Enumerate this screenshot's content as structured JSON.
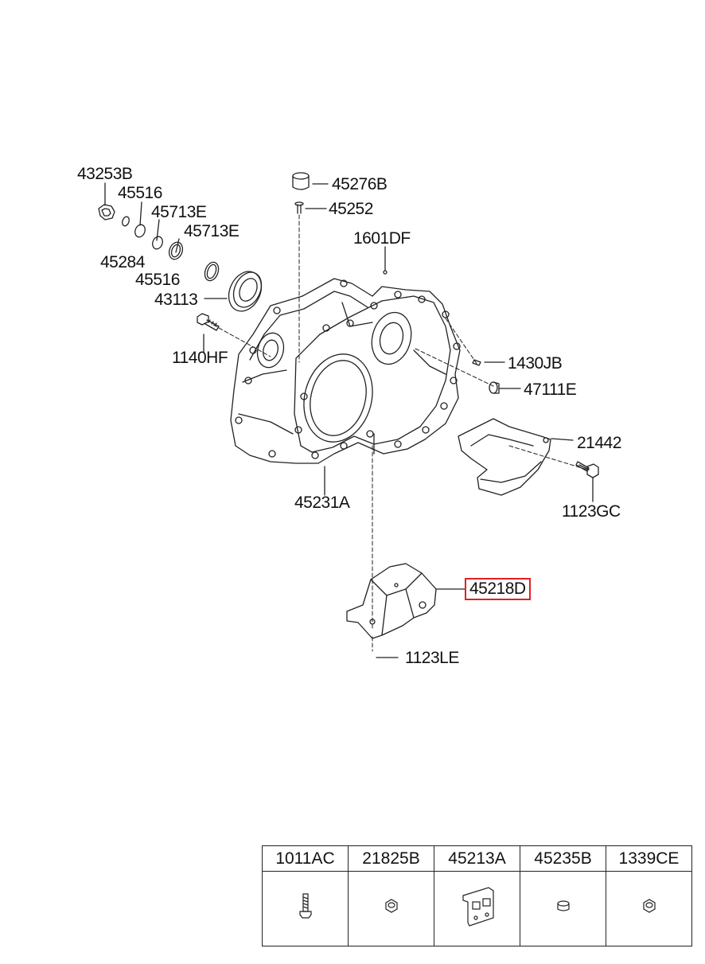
{
  "callouts": {
    "c43253B": "43253B",
    "c45516a": "45516",
    "c45713Ea": "45713E",
    "c45713Eb": "45713E",
    "c45284": "45284",
    "c45516b": "45516",
    "c43113": "43113",
    "c1140HF": "1140HF",
    "c45276B": "45276B",
    "c45252": "45252",
    "c1601DF": "1601DF",
    "c1430JB": "1430JB",
    "c47111E": "47111E",
    "c21442": "21442",
    "c1123GC": "1123GC",
    "c45231A": "45231A",
    "c45218D": "45218D",
    "c1123LE": "1123LE"
  },
  "highlight_color": "#e02020",
  "legend": {
    "headers": [
      "1011AC",
      "21825B",
      "45213A",
      "45235B",
      "1339CE"
    ],
    "icons": [
      "bolt-icon",
      "nut-icon",
      "bracket-icon",
      "plug-icon",
      "nut-icon"
    ]
  }
}
